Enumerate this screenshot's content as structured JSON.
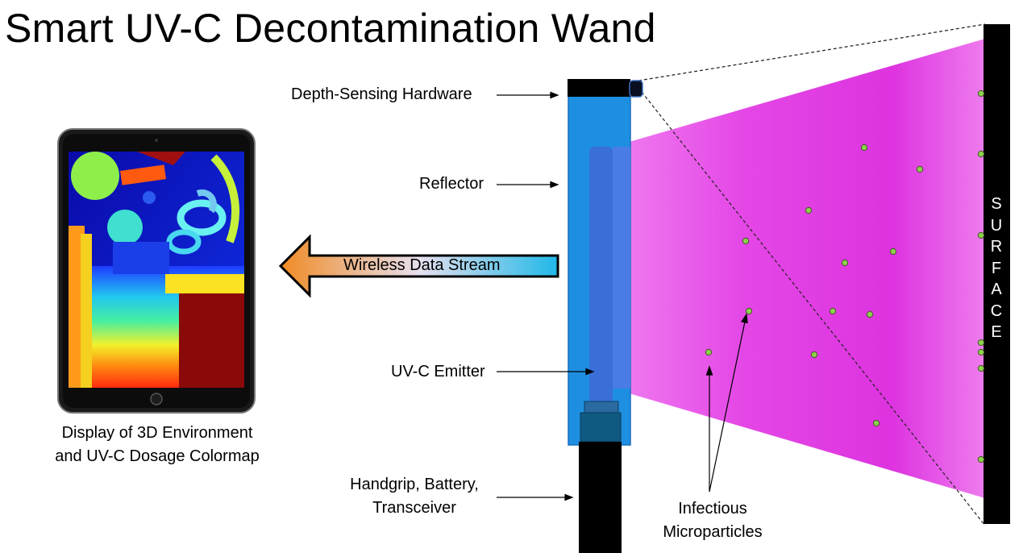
{
  "title": "Smart UV-C Decontamination Wand",
  "labels": {
    "depth_sensing": "Depth-Sensing Hardware",
    "reflector": "Reflector",
    "uvc_emitter": "UV-C Emitter",
    "handgrip_line1": "Handgrip, Battery,",
    "handgrip_line2": "Transceiver",
    "display_line1": "Display of 3D Environment",
    "display_line2": "and UV-C Dosage Colormap",
    "wireless_stream": "Wireless Data Stream",
    "microparticles_line1": "Infectious",
    "microparticles_line2": "Microparticles"
  },
  "surface_letters": [
    "S",
    "U",
    "R",
    "F",
    "A",
    "C",
    "E"
  ],
  "colors": {
    "uv_beam": "#e040e8",
    "wand_body": "#1e8fe0",
    "particle": "#8fd14f",
    "arrow_start": "#f08a24",
    "arrow_end": "#1fb8e8",
    "surface": "#000000"
  }
}
